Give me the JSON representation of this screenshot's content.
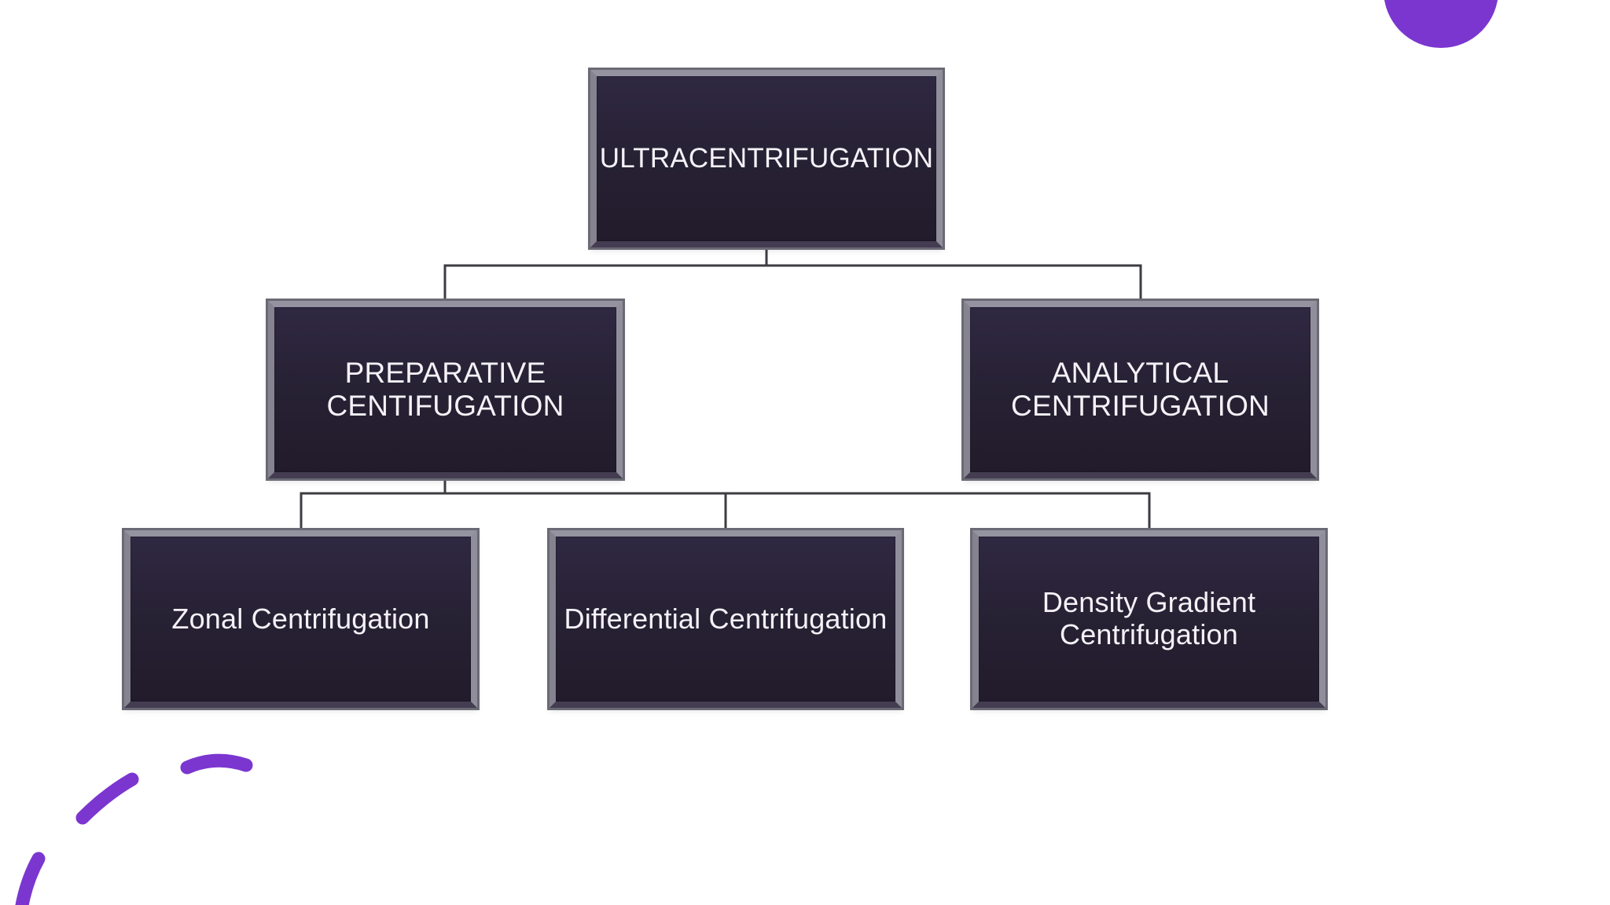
{
  "slide": {
    "kind": "hierarchy-diagram-slide"
  },
  "diagram": {
    "nodes": {
      "root": {
        "label": "ULTRACENTRIFUGATION"
      },
      "preparative": {
        "label": "PREPARATIVE CENTIFUGATION"
      },
      "analytical": {
        "label": "ANALYTICAL CENTRIFUGATION"
      },
      "zonal": {
        "label": "Zonal Centrifugation"
      },
      "differential": {
        "label": "Differential Centrifugation"
      },
      "density_gradient": {
        "label": "Density Gradient Centrifugation"
      }
    },
    "edges": [
      {
        "from": "root",
        "to": "preparative"
      },
      {
        "from": "root",
        "to": "analytical"
      },
      {
        "from": "preparative",
        "to": "zonal"
      },
      {
        "from": "preparative",
        "to": "differential"
      },
      {
        "from": "preparative",
        "to": "density_gradient"
      }
    ]
  },
  "decorations": {
    "top_right": "purple-circle",
    "bottom_left": "purple-dashed-arc"
  },
  "theme": {
    "bg": "#ffffff",
    "accent": "#7b36d0",
    "node_fill": "#272134",
    "node_fill_top": "#2f2842",
    "node_fill_bottom": "#211b2b",
    "node_text": "#f4f2f7",
    "bevel_top": "#94939f",
    "bevel_right": "#908e9b",
    "bevel_bottom": "#443d52",
    "bevel_left": "#85838f",
    "frame": "#6a6a74",
    "connector": "#3c3c42"
  }
}
